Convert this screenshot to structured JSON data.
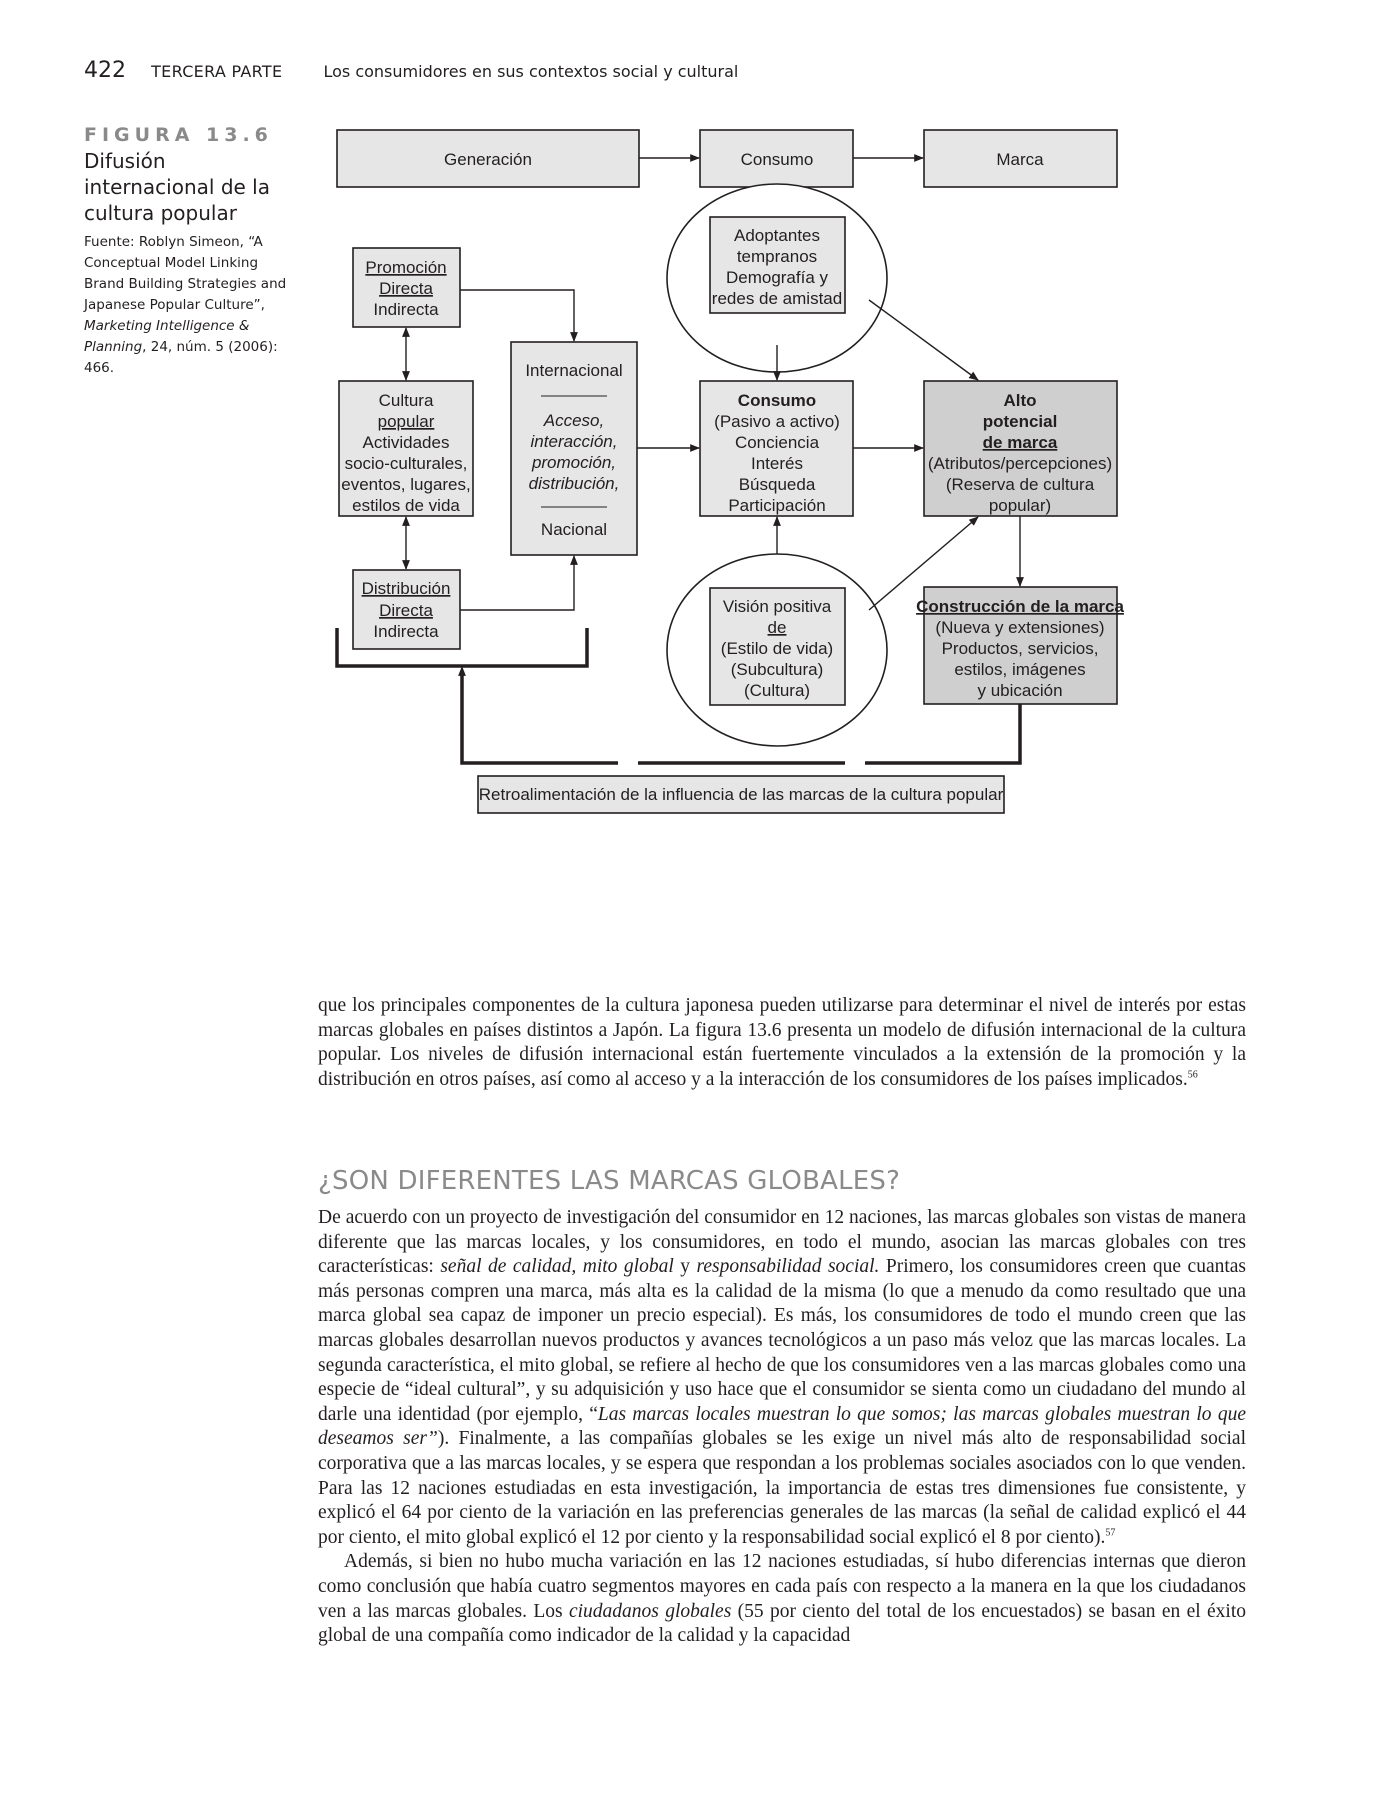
{
  "header": {
    "page_number": "422",
    "part": "TERCERA PARTE",
    "section": "Los consumidores en sus contextos social y cultural"
  },
  "figure": {
    "label": "FIGURA 13.6",
    "title": "Difusión internacional de la cultura popular",
    "source_prefix": "Fuente: Roblyn Simeon, “A Conceptual Model Linking Brand Building Strategies and Japanese Popular Culture”, ",
    "source_journal": "Marketing Intelligence & Planning",
    "source_suffix": ", 24, núm. 5 (2006): 466."
  },
  "diagram": {
    "top_row": [
      "Generación",
      "Consumo",
      "Marca"
    ],
    "promocion": {
      "title": "Promoción",
      "line2": "Directa",
      "line3": "Indirecta"
    },
    "cultura": {
      "line1": "Cultura",
      "line2": "popular",
      "line3": "Actividades",
      "line4": "socio-culturales,",
      "line5": "eventos, lugares,",
      "line6": "estilos de vida"
    },
    "distribucion": {
      "title": "Distribución",
      "line2": "Directa",
      "line3": "Indirecta"
    },
    "internacional": {
      "top": "Internacional",
      "l1": "Acceso,",
      "l2": "interacción,",
      "l3": "promoción,",
      "l4": "distribución,",
      "bottom": "Nacional"
    },
    "adoptantes": {
      "l1": "Adoptantes",
      "l2": "tempranos",
      "l3": "Demografía y",
      "l4": "redes de amistad"
    },
    "consumo": {
      "title": "Consumo",
      "l1": "(Pasivo a activo)",
      "l2": "Conciencia",
      "l3": "Interés",
      "l4": "Búsqueda",
      "l5": "Participación"
    },
    "alto": {
      "l1": "Alto",
      "l2": "potencial",
      "l3": "de marca",
      "l4": "(Atributos/percepciones)",
      "l5": "(Reserva de cultura",
      "l6": "popular)"
    },
    "vision": {
      "l1": "Visión positiva",
      "l2": "de",
      "l3": "(Estilo de vida)",
      "l4": "(Subcultura)",
      "l5": "(Cultura)"
    },
    "construccion": {
      "title": "Construcción de la marca",
      "l1": "(Nueva y extensiones)",
      "l2": "Productos, servicios,",
      "l3": "estilos, imágenes",
      "l4": "y ubicación"
    },
    "feedback": "Retroalimentación de la influencia de las marcas de la cultura popular",
    "colors": {
      "box_fill": "#e6e6e6",
      "box_dark": "#cfcfcf",
      "stroke": "#231f20"
    }
  },
  "text": {
    "p1": "que los principales componentes de la cultura japonesa pueden utilizarse para determinar el nivel de interés por estas marcas globales en países distintos a Japón. La figura 13.6 presenta un modelo de difusión internacional de la cultura popular. Los niveles de difusión internacional están fuertemente vinculados a la extensión de la promoción y la distribución en otros países, así como al acceso y a la interacción de los consumidores de los países implicados.",
    "p1_ref": "56",
    "heading": "¿SON DIFERENTES LAS MARCAS GLOBALES?",
    "p2_a": "De acuerdo con un proyecto de investigación del consumidor en 12 naciones, las marcas globales son vistas de manera diferente que las marcas locales, y los consumidores, en todo el mundo, asocian las marcas globales con tres características: ",
    "p2_i1": "señal de calidad, mito global",
    "p2_b": " y ",
    "p2_i2": "responsabilidad social.",
    "p2_c": " Primero, los consumidores creen que cuantas más personas compren una marca, más alta es la calidad de la misma (lo que a menudo da como resultado que una marca global sea capaz de imponer un precio especial). Es más, los consumidores de todo el mundo creen que las marcas globales desarrollan nuevos productos y avances tecnológicos a un paso más veloz que las marcas locales. La segunda característica, el mito global, se refiere al hecho de que los consumidores ven a las marcas globales como una especie de “ideal cultural”, y su adquisición y uso hace que el consumidor se sienta como un ciudadano del mundo al darle una identidad (por ejemplo, “",
    "p2_i3": "Las marcas locales muestran lo que somos; las marcas globales muestran lo que deseamos ser”",
    "p2_d": "). Finalmente, a las compañías globales se les exige un nivel más alto de responsabilidad social corporativa que a las marcas locales, y se espera que respondan a los problemas sociales asociados con lo que venden. Para las 12 naciones estudiadas en esta investigación, la importancia de estas tres dimensiones fue consistente, y explicó el 64 por ciento de la variación en las preferencias generales de las marcas (la señal de calidad explicó el 44 por ciento, el mito global explicó el 12 por ciento y la responsabilidad social explicó el 8 por ciento).",
    "p2_ref": "57",
    "p3_a": "Además, si bien no hubo mucha variación en las 12 naciones estudiadas, sí hubo diferencias internas que dieron como conclusión que había cuatro segmentos mayores en cada país con respecto a la manera en la que los ciudadanos ven a las marcas globales. Los ",
    "p3_i": "ciudadanos globales",
    "p3_b": " (55 por ciento del total de los encuestados) se basan en el éxito global de una compañía como indicador de la calidad y la capacidad"
  }
}
